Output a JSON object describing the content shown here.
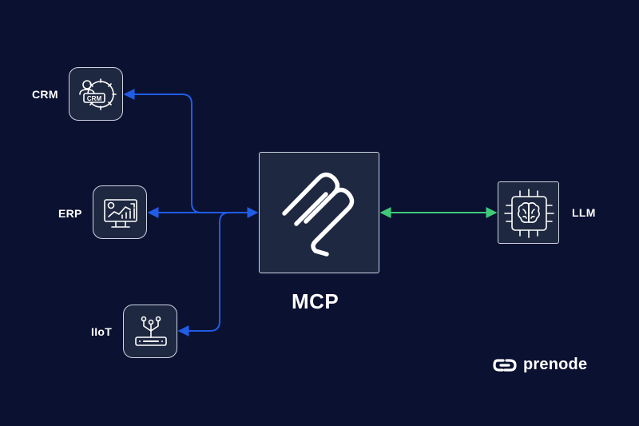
{
  "nodes": {
    "crm": {
      "label": "CRM",
      "icon": "crm-gear-icon"
    },
    "erp": {
      "label": "ERP",
      "icon": "analytics-monitor-icon"
    },
    "iiot": {
      "label": "IIoT",
      "icon": "router-device-icon"
    },
    "mcp": {
      "label": "MCP",
      "icon": "mcp-logo-icon"
    },
    "llm": {
      "label": "LLM",
      "icon": "brain-chip-icon"
    }
  },
  "brand": {
    "name": "prenode",
    "icon": "prenode-logo-icon"
  },
  "colors": {
    "background": "#0b1130",
    "box_fill": "#1e2840",
    "box_border": "#cfd5e3",
    "left_connectors": "#1f5de6",
    "llm_connector": "#3fca77",
    "text": "#ffffff"
  }
}
